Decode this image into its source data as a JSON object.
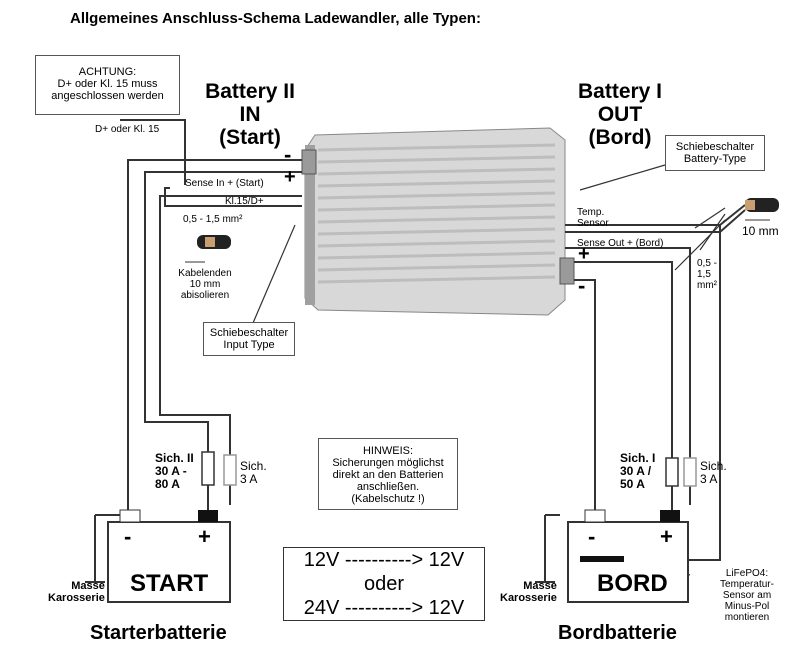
{
  "header": {
    "title": "Allgemeines Anschluss-Schema Ladewandler, alle Typen:"
  },
  "labels": {
    "battery_in": [
      "Battery II",
      "IN",
      "(Start)"
    ],
    "battery_out": [
      "Battery I",
      "OUT",
      "(Bord)"
    ],
    "achtung": [
      "ACHTUNG:",
      "D+ oder Kl. 15 muss",
      "angeschlossen werden"
    ],
    "d_plus": "D+ oder Kl. 15",
    "sense_in": "Sense In + (Start)",
    "kl15": "Kl.15/D+",
    "cable_left": "0,5 - 1,5 mm²",
    "kabelenden": [
      "Kabelenden",
      "10 mm",
      "abisolieren"
    ],
    "schiebe_input": [
      "Schiebeschalter",
      "Input Type"
    ],
    "schiebe_battery": [
      "Schiebeschalter",
      "Battery-Type"
    ],
    "temp_sensor": [
      "Temp.",
      "Sensor"
    ],
    "sense_out": "Sense Out + (Bord)",
    "cable_right": [
      "0,5 -",
      "1,5",
      "mm²"
    ],
    "ten_mm": "10 mm",
    "hinweis": [
      "HINWEIS:",
      "Sicherungen möglichst",
      "direkt an den Batterien",
      "anschließen.",
      "(Kabelschutz !)"
    ],
    "sich2": [
      "Sich. II",
      "30 A -",
      "80 A"
    ],
    "sich3_left": [
      "Sich.",
      "3 A"
    ],
    "sich1": [
      "Sich. I",
      "30 A /",
      "50 A"
    ],
    "sich3_right": [
      "Sich.",
      "3 A"
    ],
    "masse_left": [
      "Masse",
      "Karosserie"
    ],
    "masse_right": [
      "Masse",
      "Karosserie"
    ],
    "start": "START",
    "bord": "BORD",
    "starterbatterie": "Starterbatterie",
    "bordbatterie": "Bordbatterie",
    "ratio": [
      "12V ----------> 12V",
      "oder",
      "24V ----------> 12V"
    ],
    "lifepo": [
      "LiFePO4:",
      "Temperatur-",
      "Sensor am",
      "Minus-Pol",
      "montieren"
    ],
    "minus": "-",
    "plus": "+"
  }
}
